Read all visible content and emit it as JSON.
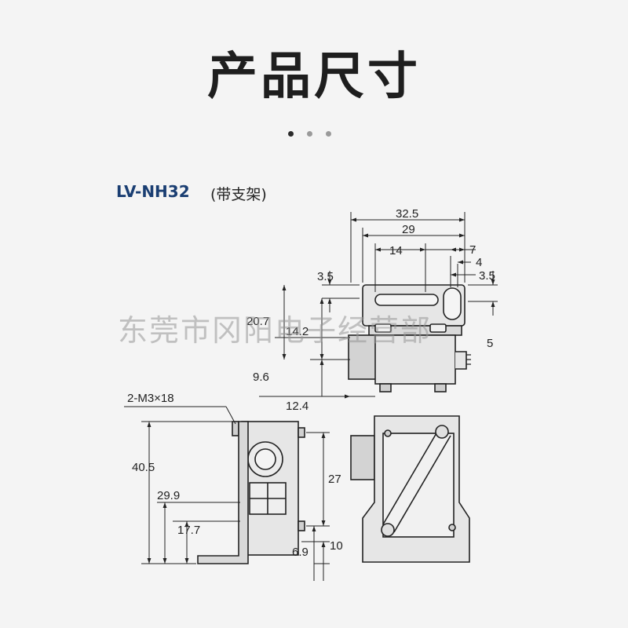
{
  "header": {
    "title": "产品尺寸",
    "dots": [
      "#2b2b2b",
      "#9a9a9a",
      "#9a9a9a"
    ]
  },
  "product": {
    "model": "LV-NH32",
    "note": "(带支架)"
  },
  "dimensions": {
    "d_32_5": "32.5",
    "d_29": "29",
    "d_14": "14",
    "d_7": "7",
    "d_4": "4",
    "d_3_5_right": "3.5",
    "d_3_5_left": "3.5",
    "d_20_7": "20.7",
    "d_14_2": "14.2",
    "d_5": "5",
    "d_9_6": "9.6",
    "d_12_4": "12.4",
    "d_screw": "2-M3×18",
    "d_40_5": "40.5",
    "d_29_9": "29.9",
    "d_17_7": "17.7",
    "d_27": "27",
    "d_10": "10",
    "d_6_9": "6.9"
  },
  "watermark": "东莞市冈阳电子经营部"
}
